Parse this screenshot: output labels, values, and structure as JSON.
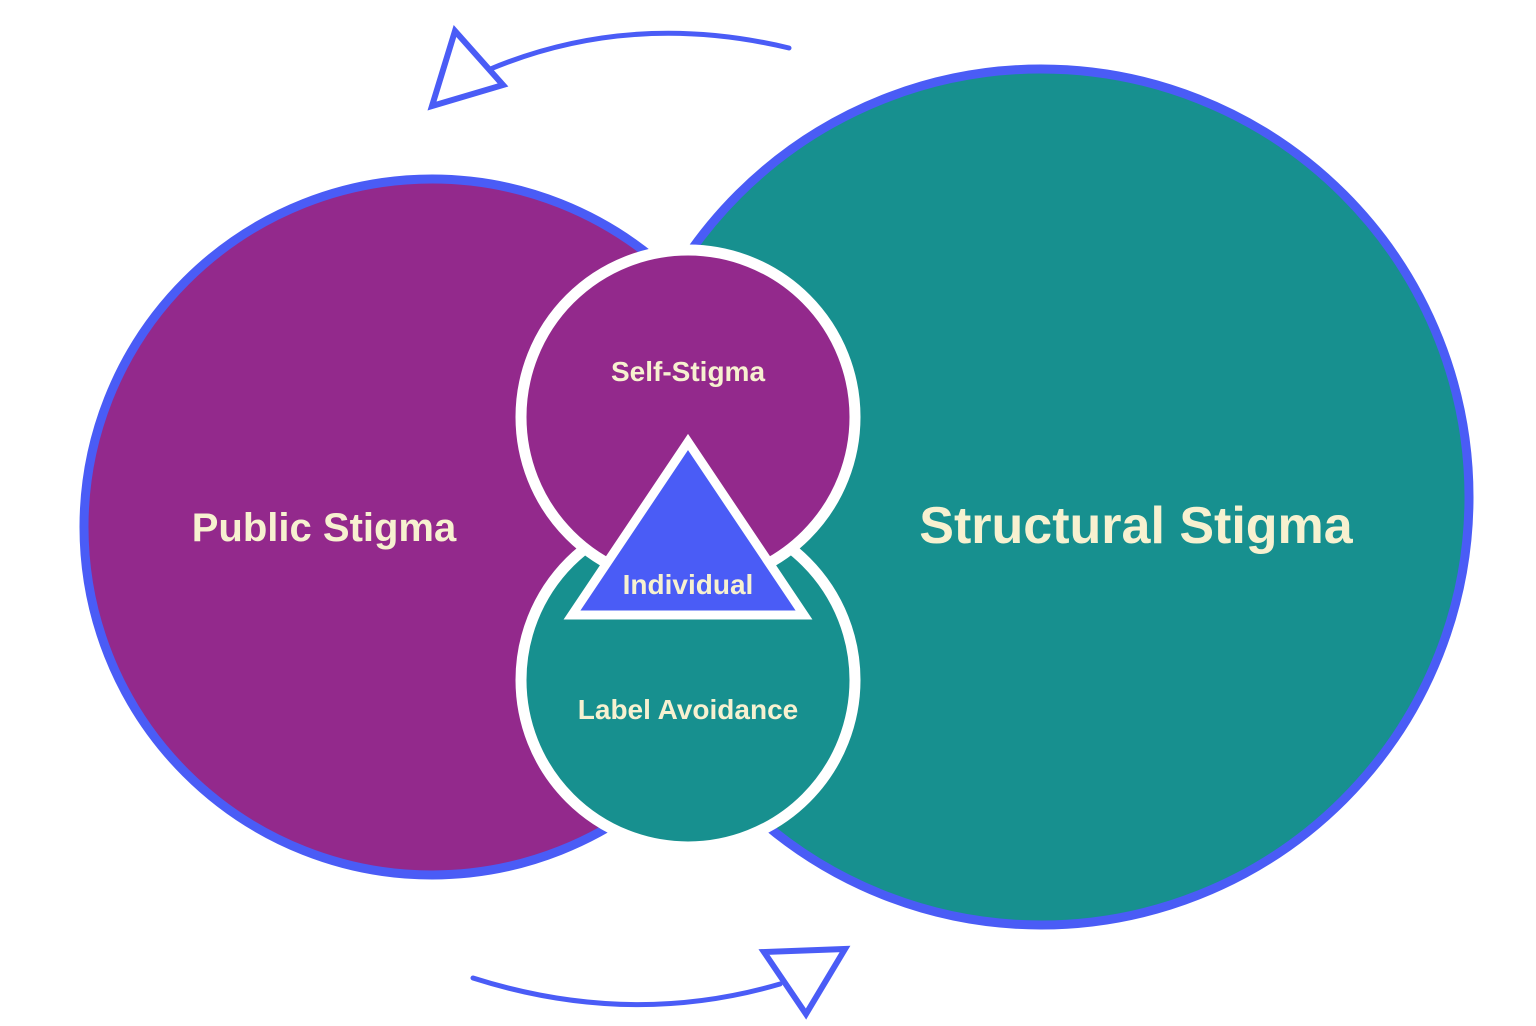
{
  "diagram": {
    "outer": {
      "public": "Public Stigma",
      "structural": "Structural Stigma"
    },
    "inner": {
      "self": "Self-Stigma",
      "label_avoidance": "Label Avoidance",
      "individual": "Individual"
    }
  },
  "colors": {
    "purple": "#93298C",
    "teal": "#17908F",
    "blue_accent": "#4A5CF6",
    "white": "#FFFFFF",
    "text_cream": "#F7F1D0"
  }
}
